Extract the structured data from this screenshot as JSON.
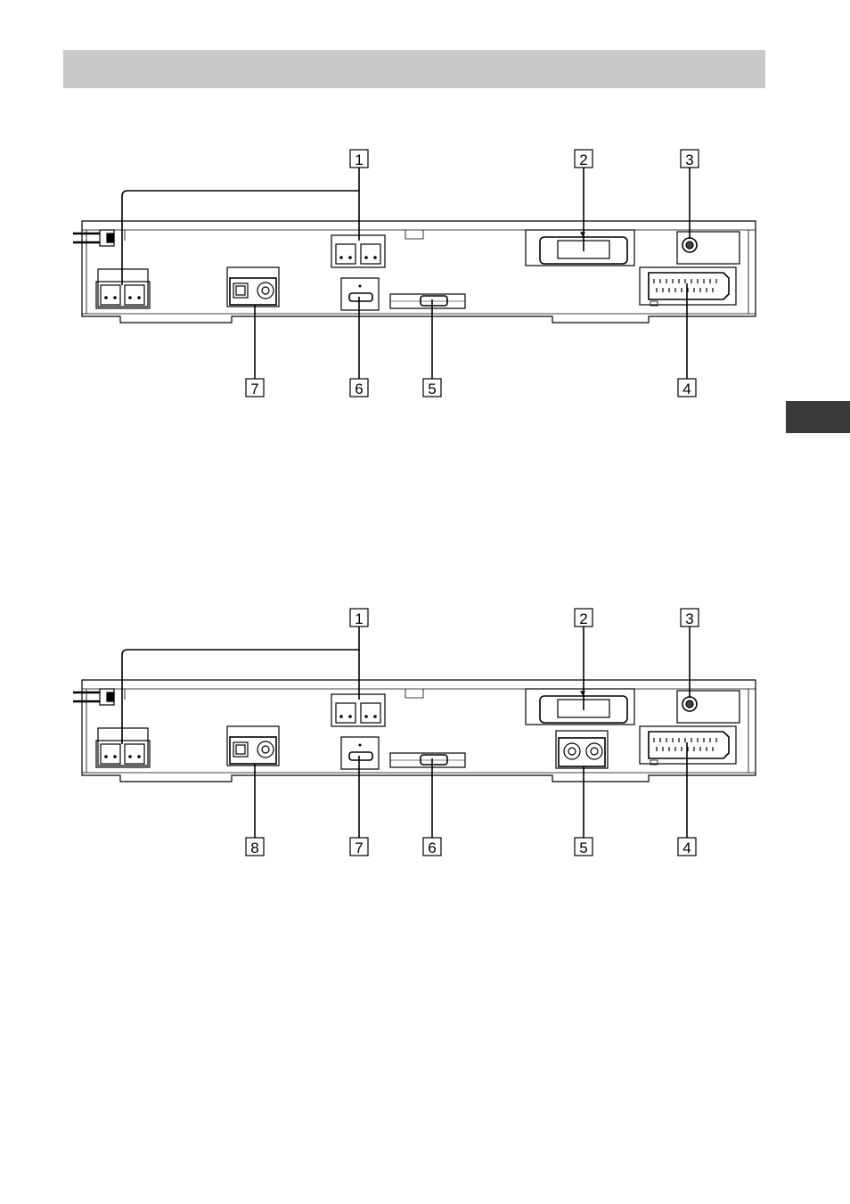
{
  "diagram_top": {
    "callouts": [
      "1",
      "2",
      "3",
      "4",
      "5",
      "6",
      "7"
    ]
  },
  "diagram_bottom": {
    "callouts": [
      "1",
      "2",
      "3",
      "4",
      "5",
      "6",
      "7",
      "8"
    ]
  }
}
